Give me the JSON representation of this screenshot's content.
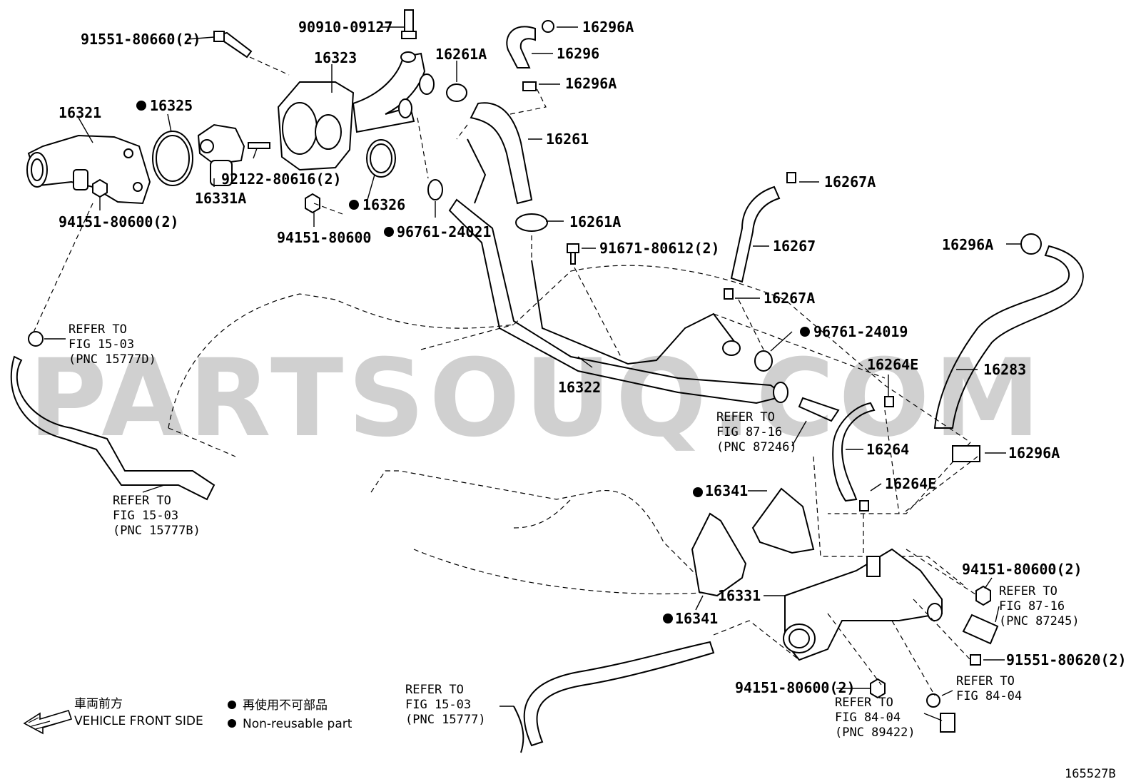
{
  "diagram_code": "165527B",
  "watermark": "PARTSOUQ.COM",
  "legend": {
    "direction_jp": "車両前方",
    "direction_en": "VEHICLE FRONT SIDE",
    "nonreusable_jp": "再使用不可部品",
    "nonreusable_en": "Non-reusable part"
  },
  "parts": [
    {
      "id": "p1",
      "text": "90910-09127"
    },
    {
      "id": "p2",
      "text": "91551-80660(2)"
    },
    {
      "id": "p3",
      "text": "16323"
    },
    {
      "id": "p4",
      "text": "16261A"
    },
    {
      "id": "p5",
      "text": "16296A"
    },
    {
      "id": "p6",
      "text": "16296"
    },
    {
      "id": "p7",
      "text": "16296A"
    },
    {
      "id": "p8",
      "text": "16321"
    },
    {
      "id": "p9",
      "text": "16325"
    },
    {
      "id": "p10",
      "text": "16261"
    },
    {
      "id": "p11",
      "text": "92122-80616(2)"
    },
    {
      "id": "p12",
      "text": "16331A"
    },
    {
      "id": "p13",
      "text": "16326"
    },
    {
      "id": "p14",
      "text": "94151-80600(2)"
    },
    {
      "id": "p15",
      "text": "94151-80600"
    },
    {
      "id": "p16",
      "text": "96761-24021"
    },
    {
      "id": "p17",
      "text": "16261A"
    },
    {
      "id": "p18",
      "text": "16267A"
    },
    {
      "id": "p19",
      "text": "91671-80612(2)"
    },
    {
      "id": "p20",
      "text": "16267"
    },
    {
      "id": "p21",
      "text": "16296A"
    },
    {
      "id": "p22",
      "text": "16267A"
    },
    {
      "id": "p23",
      "text": "96761-24019"
    },
    {
      "id": "p24",
      "text": "16283"
    },
    {
      "id": "p25",
      "text": "16264E"
    },
    {
      "id": "p26",
      "text": "16322"
    },
    {
      "id": "p27",
      "text": "16264"
    },
    {
      "id": "p28",
      "text": "16296A"
    },
    {
      "id": "p29",
      "text": "16264E"
    },
    {
      "id": "p30",
      "text": "16341"
    },
    {
      "id": "p31",
      "text": "94151-80600(2)"
    },
    {
      "id": "p32",
      "text": "16331"
    },
    {
      "id": "p33",
      "text": "16341"
    },
    {
      "id": "p34",
      "text": "91551-80620(2)"
    },
    {
      "id": "p35",
      "text": "94151-80600(2)"
    }
  ],
  "refs": [
    {
      "lines": [
        "REFER TO",
        "FIG 15-03",
        "(PNC 15777D)"
      ]
    },
    {
      "lines": [
        "REFER TO",
        "FIG 15-03",
        "(PNC 15777B)"
      ]
    },
    {
      "lines": [
        "REFER TO",
        "FIG 87-16",
        "(PNC 87246)"
      ]
    },
    {
      "lines": [
        "REFER TO",
        "FIG 87-16",
        "(PNC 87245)"
      ]
    },
    {
      "lines": [
        "REFER TO",
        "FIG 15-03",
        "(PNC 15777)"
      ]
    },
    {
      "lines": [
        "REFER TO",
        "FIG 84-04",
        "(PNC 89422)"
      ]
    },
    {
      "lines": [
        "REFER TO",
        "FIG 84-04"
      ]
    }
  ]
}
